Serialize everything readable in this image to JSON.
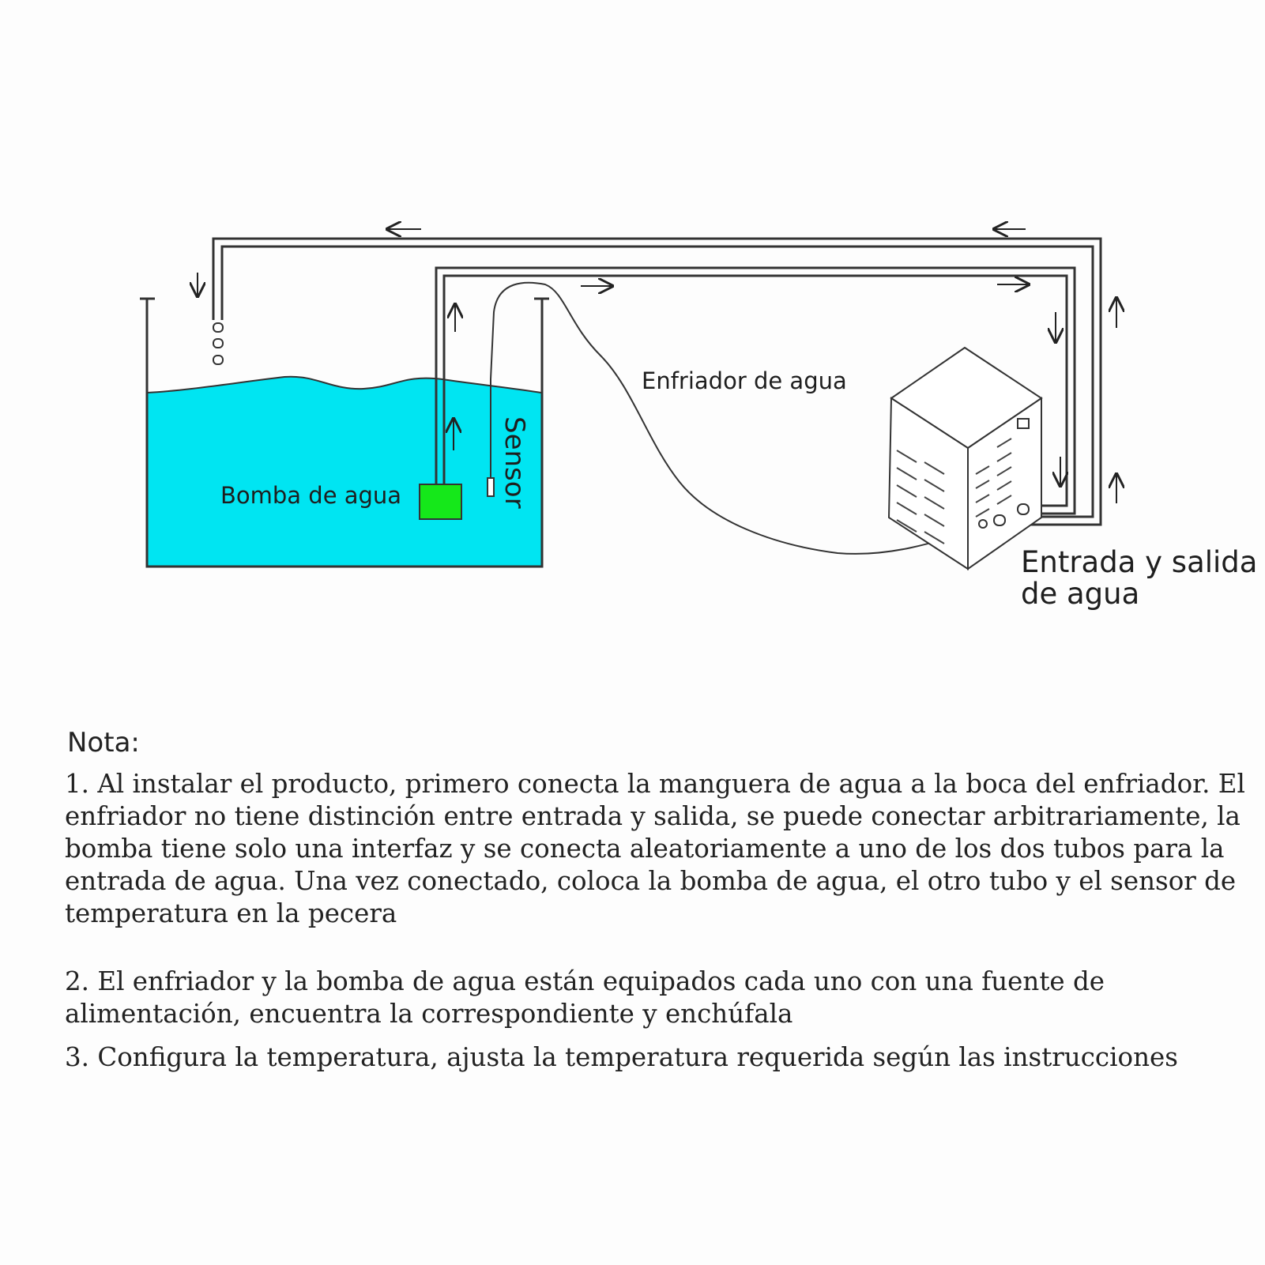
{
  "diagram": {
    "labels": {
      "chiller": "Enfriador de agua",
      "pump": "Bomba de agua",
      "sensor": "Sensor",
      "inlet_outlet": [
        "Entrada y salida",
        "de agua"
      ]
    },
    "colors": {
      "water": "#00e5f2",
      "pump": "#15e81a",
      "line": "#222222"
    }
  },
  "note": {
    "title": "Nota:",
    "items": [
      "1. Al instalar el producto, primero conecta la manguera de agua a la boca del enfriador. El enfriador no tiene distinción entre entrada y salida, se puede conectar arbitrariamente, la bomba tiene solo una interfaz y se conecta aleatoriamente a uno de los dos tubos para la entrada de agua. Una vez conectado, coloca la bomba de agua, el otro tubo y el sensor de temperatura en la pecera",
      "2. El enfriador y la bomba de agua están equipados cada uno con una fuente de alimentación, encuentra la correspondiente y enchúfala",
      "3. Configura la temperatura, ajusta la temperatura requerida según las instrucciones"
    ]
  }
}
